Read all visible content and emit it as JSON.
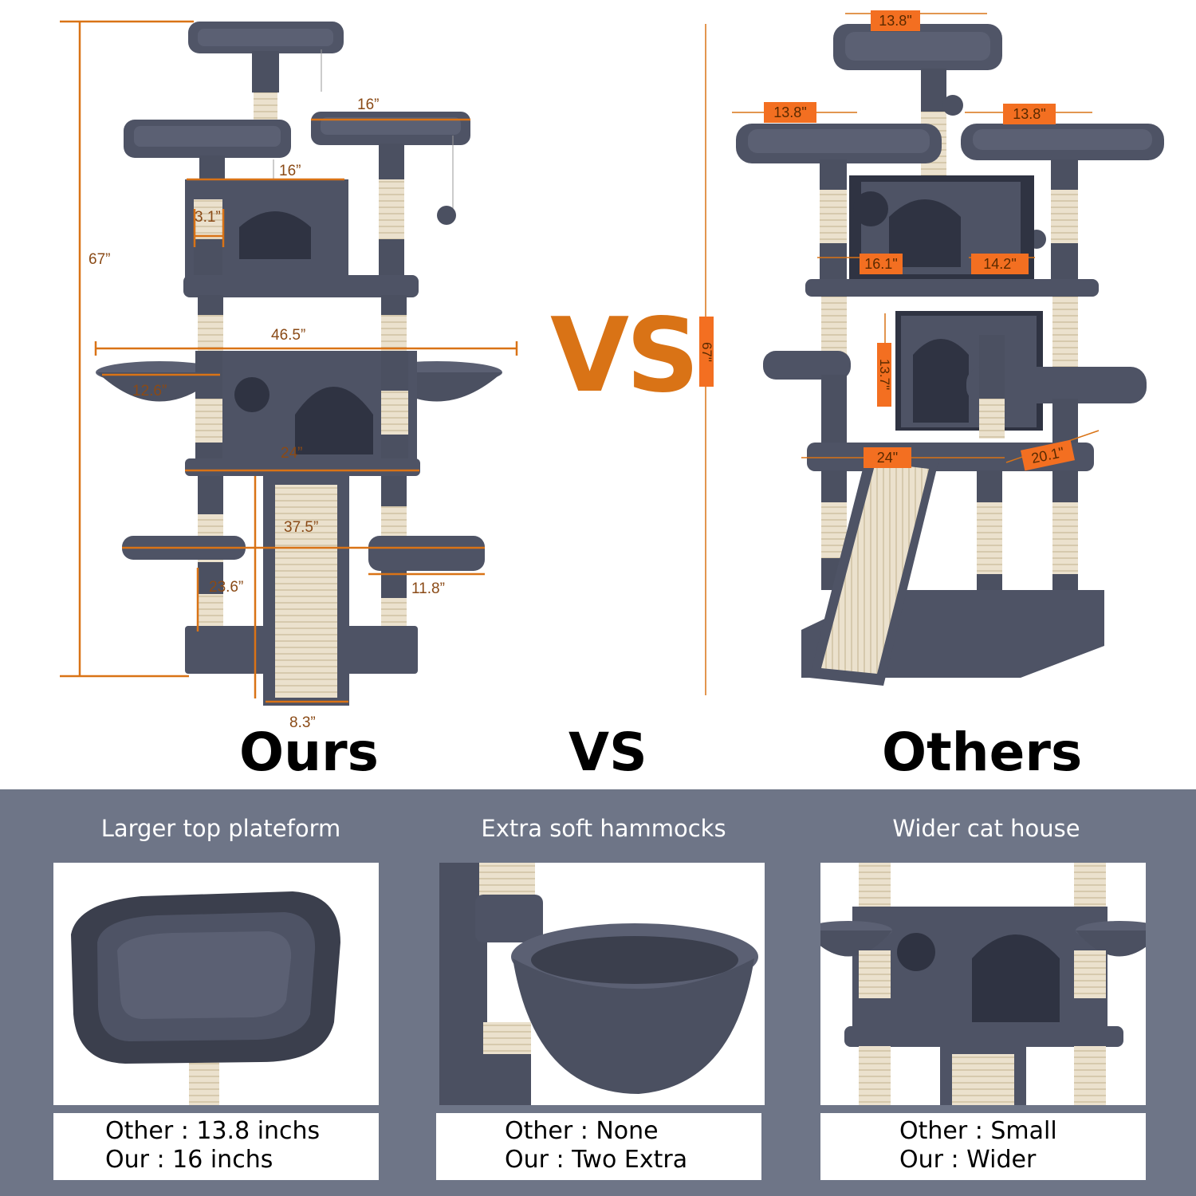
{
  "left_product": {
    "label": "Ours",
    "dimensions": {
      "top_width": "16”",
      "house_width": "16”",
      "post_gap": "3.1”",
      "height": "67”",
      "total_width": "46.5”",
      "hammock": "12.6”",
      "base_house_width": "24”",
      "ramp_height": "37.5”",
      "lower_perch_height": "23.6”",
      "lower_perch": "11.8”",
      "ramp_width": "8.3”"
    }
  },
  "vs_center": "VS",
  "vs_label": "VS",
  "right_product": {
    "label": "Others",
    "dimensions": {
      "top": "13.8\"",
      "left_perch": "13.8\"",
      "right_perch": "13.8\"",
      "height": "67\"",
      "house_width": "16.1\"",
      "house_depth": "14.2\"",
      "condo_height": "13.7\"",
      "base_width": "24\"",
      "base_depth": "20.1\""
    }
  },
  "features": [
    {
      "title": "Larger top plateform",
      "other": "Other : 13.8 inchs",
      "our": "Our : 16 inchs"
    },
    {
      "title": "Extra soft hammocks",
      "other": "Other : None",
      "our": "Our : Two Extra"
    },
    {
      "title": "Wider cat house",
      "other": "Other : Small",
      "our": "Our : Wider"
    }
  ],
  "colors": {
    "accent_orange": "#f36f21",
    "dimension_line": "#d97316",
    "plush_gray": "#4b5061",
    "sisal": "#ebe1cd",
    "bottom_panel": "#6e7587"
  }
}
